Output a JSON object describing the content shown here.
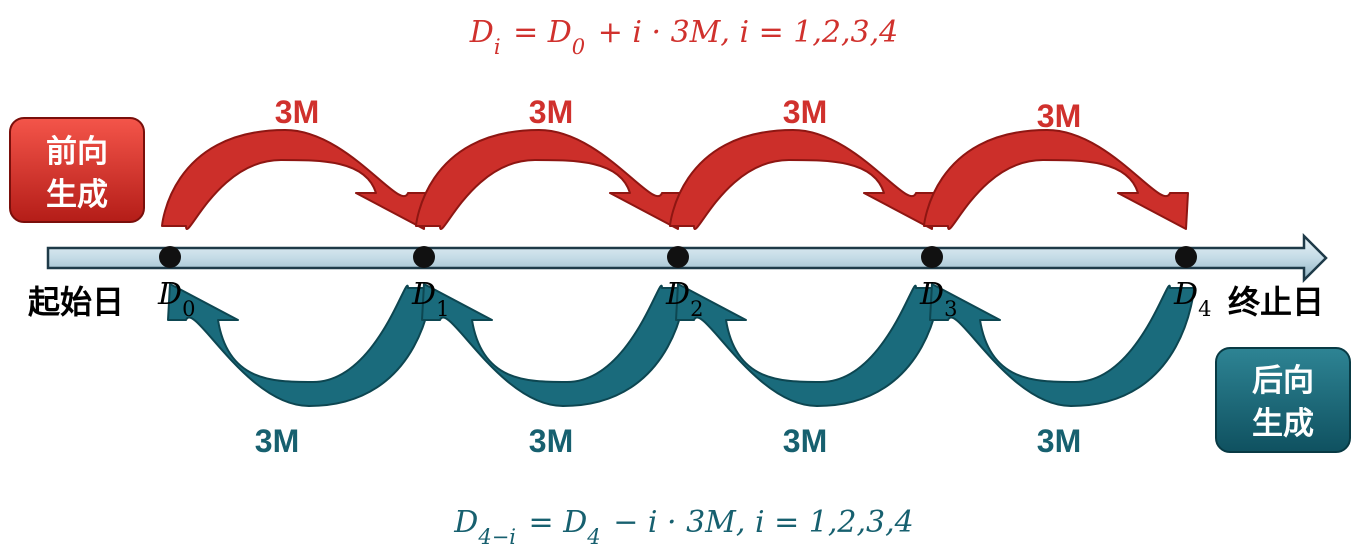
{
  "colors": {
    "forward": "#cc2f2a",
    "forward_dark": "#8e1612",
    "backward": "#1a6b7c",
    "backward_dark": "#0d4651",
    "forward_text": "#d0312d",
    "backward_text": "#17606f"
  },
  "formulas": {
    "forward": "D_i = D_0 + i · 3M, i = 1,2,3,4",
    "backward": "D_{4−i} = D_4 − i · 3M, i = 1,2,3,4"
  },
  "boxes": {
    "forward": {
      "line1": "前向",
      "line2": "生成"
    },
    "backward": {
      "line1": "后向",
      "line2": "生成"
    }
  },
  "labels": {
    "start": "起始日",
    "end": "终止日"
  },
  "points": [
    {
      "base": "D",
      "sub": "0"
    },
    {
      "base": "D",
      "sub": "1"
    },
    {
      "base": "D",
      "sub": "2"
    },
    {
      "base": "D",
      "sub": "3"
    },
    {
      "base": "D",
      "sub": "4"
    }
  ],
  "forward_intervals": [
    "3M",
    "3M",
    "3M",
    "3M"
  ],
  "backward_intervals": [
    "3M",
    "3M",
    "3M",
    "3M"
  ]
}
